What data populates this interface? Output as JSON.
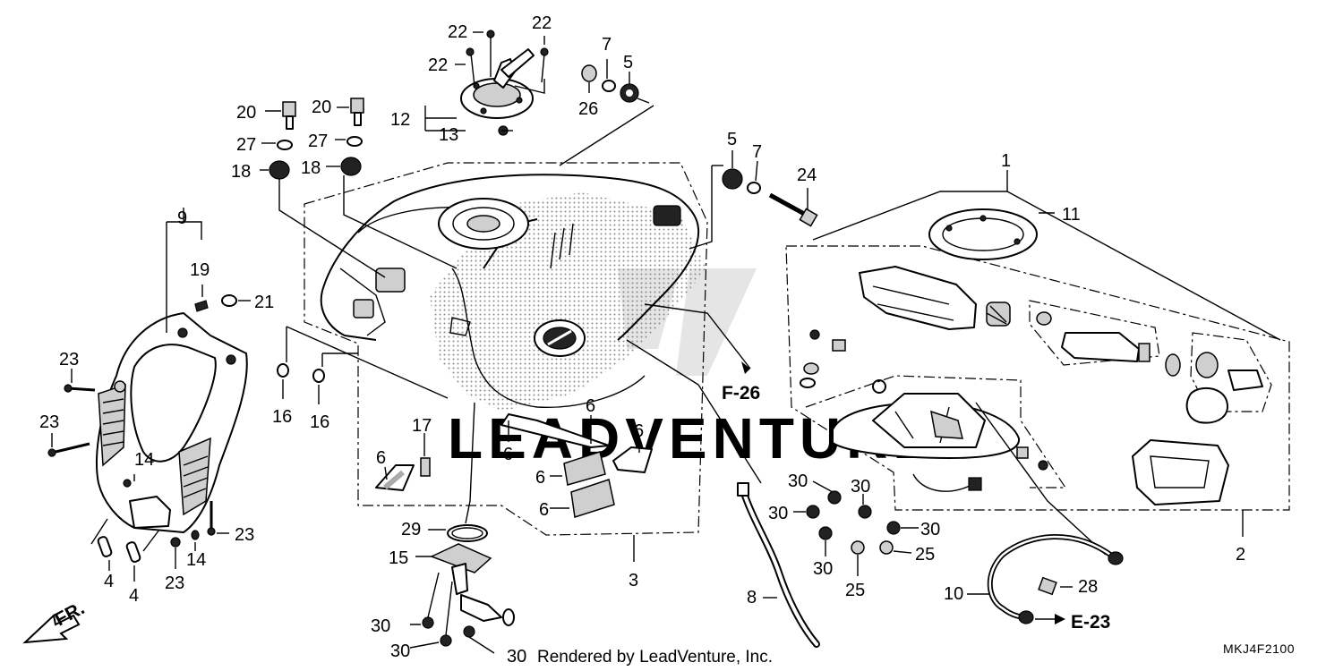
{
  "diagram": {
    "part_labels": {
      "p1": "1",
      "p2": "2",
      "p3": "3",
      "p4a": "4",
      "p4b": "4",
      "p5a": "5",
      "p5b": "5",
      "p6a": "6",
      "p6b": "6",
      "p6c": "6",
      "p6d": "6",
      "p6e": "6",
      "p6f": "6",
      "p7a": "7",
      "p7b": "7",
      "p8": "8",
      "p9": "9",
      "p10": "10",
      "p11": "11",
      "p12": "12",
      "p13": "13",
      "p14a": "14",
      "p14b": "14",
      "p15": "15",
      "p16a": "16",
      "p16b": "16",
      "p17": "17",
      "p18a": "18",
      "p18b": "18",
      "p19": "19",
      "p20a": "20",
      "p20b": "20",
      "p21": "21",
      "p22a": "22",
      "p22b": "22",
      "p22c": "22",
      "p23a": "23",
      "p23b": "23",
      "p23c": "23",
      "p23d": "23",
      "p24": "24",
      "p25a": "25",
      "p25b": "25",
      "p26": "26",
      "p27a": "27",
      "p27b": "27",
      "p28": "28",
      "p29": "29",
      "p30a": "30",
      "p30b": "30",
      "p30c": "30",
      "p30d": "30",
      "p30e": "30",
      "p30f": "30",
      "p30g": "30",
      "p30h": "30"
    },
    "references": {
      "f26": "F-26",
      "e23": "E-23",
      "front": "FR."
    },
    "diagram_code": "MKJ4F2100",
    "credit": "Rendered by LeadVenture, Inc.",
    "watermark": "LEADVENTURE"
  }
}
